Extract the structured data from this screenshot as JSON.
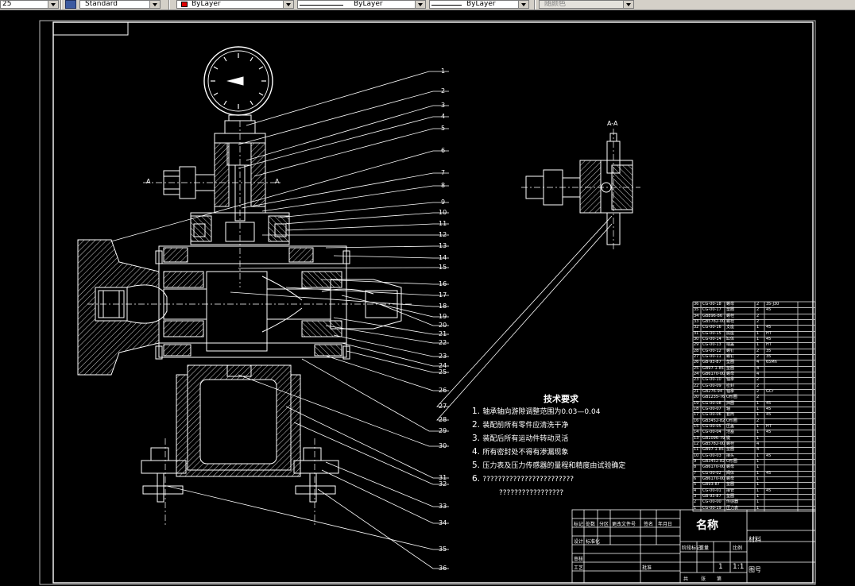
{
  "toolbar": {
    "scale_value": "25",
    "text_style": "Standard",
    "layer": "ByLayer",
    "linetype": "ByLayer",
    "lineweight": "ByLayer",
    "plot_style": "随颜色",
    "layer_color": "#e00000"
  },
  "drawing": {
    "section_label": "A-A",
    "section_mark_left": "A",
    "section_mark_right": "A",
    "balloons": [
      "1",
      "2",
      "3",
      "4",
      "5",
      "6",
      "7",
      "8",
      "9",
      "10",
      "11",
      "12",
      "13",
      "14",
      "15",
      "16",
      "17",
      "18",
      "19",
      "20",
      "21",
      "22",
      "23",
      "24",
      "25",
      "26",
      "27",
      "28",
      "29",
      "30",
      "31",
      "32",
      "33",
      "34",
      "35",
      "36"
    ]
  },
  "tech_requirements": {
    "title": "技术要求",
    "items": [
      {
        "no": "1.",
        "text": "轴承轴向游隙调整范围为0.03—0.04"
      },
      {
        "no": "2.",
        "text": "装配前所有零件应清洗干净"
      },
      {
        "no": "3.",
        "text": "装配后所有运动件转动灵活"
      },
      {
        "no": "4.",
        "text": "所有密封处不得有渗漏现象"
      },
      {
        "no": "5.",
        "text": "压力表及压力传感器的量程和精度由试验确定"
      },
      {
        "no": "6.",
        "text": "????????????????????????"
      },
      {
        "no": "",
        "text": "?????????????????"
      }
    ]
  },
  "title_block": {
    "drawing_name": "名称",
    "scale_label": "比例",
    "scale_value": "1:1",
    "sheet_count": "1",
    "design": "设计",
    "check": "审核",
    "process": "工艺",
    "approve": "批准",
    "standardize": "标准化",
    "mark": "标记",
    "quantity": "处数",
    "zone": "分区",
    "change_doc": "更改文件号",
    "signature": "签名",
    "date": "年月日",
    "stage_mark": "阶段标记",
    "weight": "重量",
    "sheets": "共",
    "sheet": "张",
    "first": "第",
    "material": "材料",
    "drawing_no": "图号"
  },
  "bom": {
    "rows": [
      {
        "no": "36",
        "code": "CG-00-18",
        "name": "螺母",
        "qty": "2",
        "mat": "35-J30"
      },
      {
        "no": "35",
        "code": "CG-00-17",
        "name": "垫圈",
        "qty": "2",
        "mat": "45"
      },
      {
        "no": "34",
        "code": "GB896-86",
        "name": "螺栓",
        "qty": "2",
        "mat": ""
      },
      {
        "no": "33",
        "code": "GB5782-00",
        "name": "螺栓",
        "qty": "2",
        "mat": ""
      },
      {
        "no": "32",
        "code": "CG-00-16",
        "name": "支座",
        "qty": "1",
        "mat": "45"
      },
      {
        "no": "31",
        "code": "CG-00-15",
        "name": "底座",
        "qty": "1",
        "mat": "HT"
      },
      {
        "no": "30",
        "code": "CG-00-14",
        "name": "缸体",
        "qty": "1",
        "mat": "45"
      },
      {
        "no": "29",
        "code": "CG-00-13",
        "name": "端盖",
        "qty": "1",
        "mat": "HT"
      },
      {
        "no": "28",
        "code": "CG-00-12",
        "name": "螺钉",
        "qty": "2",
        "mat": "35"
      },
      {
        "no": "27",
        "code": "CG-00-11",
        "name": "螺钉",
        "qty": "2",
        "mat": "35"
      },
      {
        "no": "26",
        "code": "GB-93-87",
        "name": "垫圈",
        "qty": "4",
        "mat": "65Mn"
      },
      {
        "no": "25",
        "code": "GB97-1-85",
        "name": "垫圈",
        "qty": "4",
        "mat": ""
      },
      {
        "no": "24",
        "code": "GB6170-00",
        "name": "螺母",
        "qty": "4",
        "mat": ""
      },
      {
        "no": "23",
        "code": "CG-00-10",
        "name": "轴承",
        "qty": "2",
        "mat": ""
      },
      {
        "no": "22",
        "code": "CG-00-09",
        "name": "密封",
        "qty": "2",
        "mat": ""
      },
      {
        "no": "21",
        "code": "GB276-94",
        "name": "轴承",
        "qty": "2",
        "mat": "GCr"
      },
      {
        "no": "20",
        "code": "GB1235-76",
        "name": "O形圈",
        "qty": "2",
        "mat": ""
      },
      {
        "no": "19",
        "code": "CG-00-08",
        "name": "挡圈",
        "qty": "1",
        "mat": "45"
      },
      {
        "no": "18",
        "code": "CG-00-07",
        "name": "轴",
        "qty": "1",
        "mat": "45"
      },
      {
        "no": "17",
        "code": "CG-00-06",
        "name": "套筒",
        "qty": "1",
        "mat": "45"
      },
      {
        "no": "16",
        "code": "GB3452-82",
        "name": "O形圈",
        "qty": "2",
        "mat": ""
      },
      {
        "no": "15",
        "code": "CG-00-05",
        "name": "压盖",
        "qty": "1",
        "mat": "HT"
      },
      {
        "no": "14",
        "code": "CG-00-04",
        "name": "活塞",
        "qty": "1",
        "mat": "45"
      },
      {
        "no": "13",
        "code": "GB1096-79",
        "name": "键",
        "qty": "1",
        "mat": ""
      },
      {
        "no": "12",
        "code": "GB5782-00",
        "name": "螺栓",
        "qty": "4",
        "mat": ""
      },
      {
        "no": "11",
        "code": "GB97-1-85",
        "name": "垫圈",
        "qty": "4",
        "mat": ""
      },
      {
        "no": "10",
        "code": "CG-00-03",
        "name": "接头",
        "qty": "1",
        "mat": "45"
      },
      {
        "no": "9",
        "code": "GB3452-82",
        "name": "O形圈",
        "qty": "1",
        "mat": ""
      },
      {
        "no": "8",
        "code": "GB6170-00",
        "name": "螺母",
        "qty": "1",
        "mat": ""
      },
      {
        "no": "7",
        "code": "CG-00-02",
        "name": "阀体",
        "qty": "1",
        "mat": "45"
      },
      {
        "no": "6",
        "code": "GB6170-00",
        "name": "螺母",
        "qty": "1",
        "mat": ""
      },
      {
        "no": "5",
        "code": "GB93-87",
        "name": "垫圈",
        "qty": "1",
        "mat": ""
      },
      {
        "no": "4",
        "code": "CG-00-01",
        "name": "接管",
        "qty": "1",
        "mat": "45"
      },
      {
        "no": "3",
        "code": "GB-93-87",
        "name": "垫圈",
        "qty": "1",
        "mat": ""
      },
      {
        "no": "2",
        "code": "CG-00-00",
        "name": "传感器",
        "qty": "1",
        "mat": ""
      },
      {
        "no": "1",
        "code": "CG-00-19",
        "name": "压力表",
        "qty": "1",
        "mat": ""
      }
    ]
  },
  "colors": {
    "background": "#000000",
    "linework": "#ffffff",
    "toolbar": "#d4d0c8"
  }
}
